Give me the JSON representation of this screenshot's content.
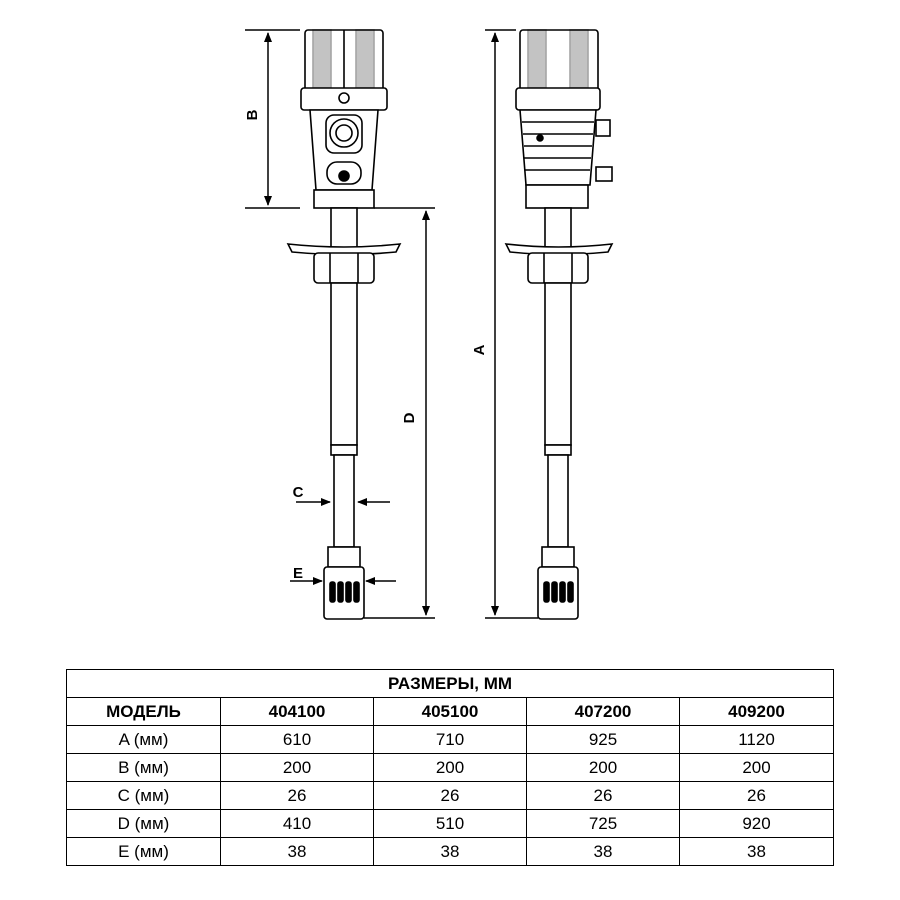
{
  "diagram": {
    "labels": {
      "a": "A",
      "b": "B",
      "c": "C",
      "d": "D",
      "e": "E"
    }
  },
  "table": {
    "title": "РАЗМЕРЫ, ММ",
    "model_header": "МОДЕЛЬ",
    "models": [
      "404100",
      "405100",
      "407200",
      "409200"
    ],
    "rows": [
      {
        "label": "A (мм)",
        "values": [
          "610",
          "710",
          "925",
          "1120"
        ]
      },
      {
        "label": "B (мм)",
        "values": [
          "200",
          "200",
          "200",
          "200"
        ]
      },
      {
        "label": "C (мм)",
        "values": [
          "26",
          "26",
          "26",
          "26"
        ]
      },
      {
        "label": "D (мм)",
        "values": [
          "410",
          "510",
          "725",
          "920"
        ]
      },
      {
        "label": "E (мм)",
        "values": [
          "38",
          "38",
          "38",
          "38"
        ]
      }
    ]
  }
}
